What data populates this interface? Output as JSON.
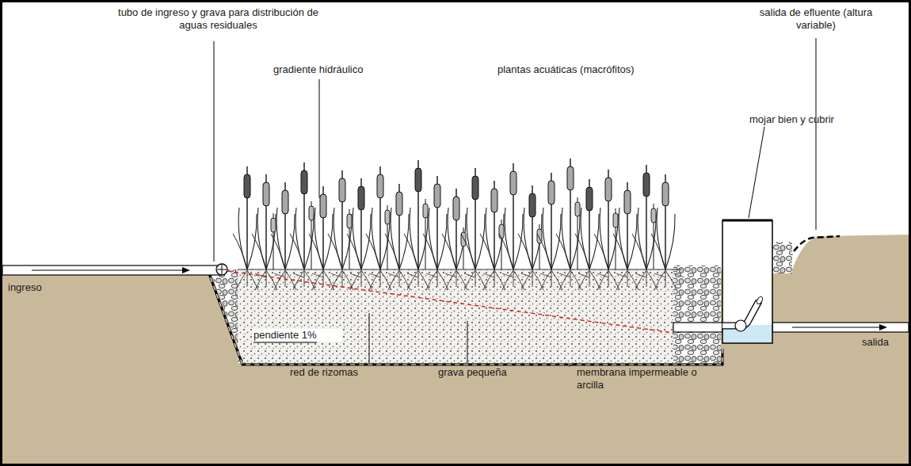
{
  "diagram": {
    "labels": [
      "tubo de ingreso y grava para distribución de aguas residuales",
      "gradiente hidráulico",
      "plantas acuáticas (macrófitos)",
      "salida de efluente (altura variable)",
      "mojar bien y cubrir",
      "ingreso",
      "pendiente 1%",
      "red de rizomas",
      "grava pequeña",
      "membrana impermeable o arcilla",
      "salida"
    ]
  }
}
